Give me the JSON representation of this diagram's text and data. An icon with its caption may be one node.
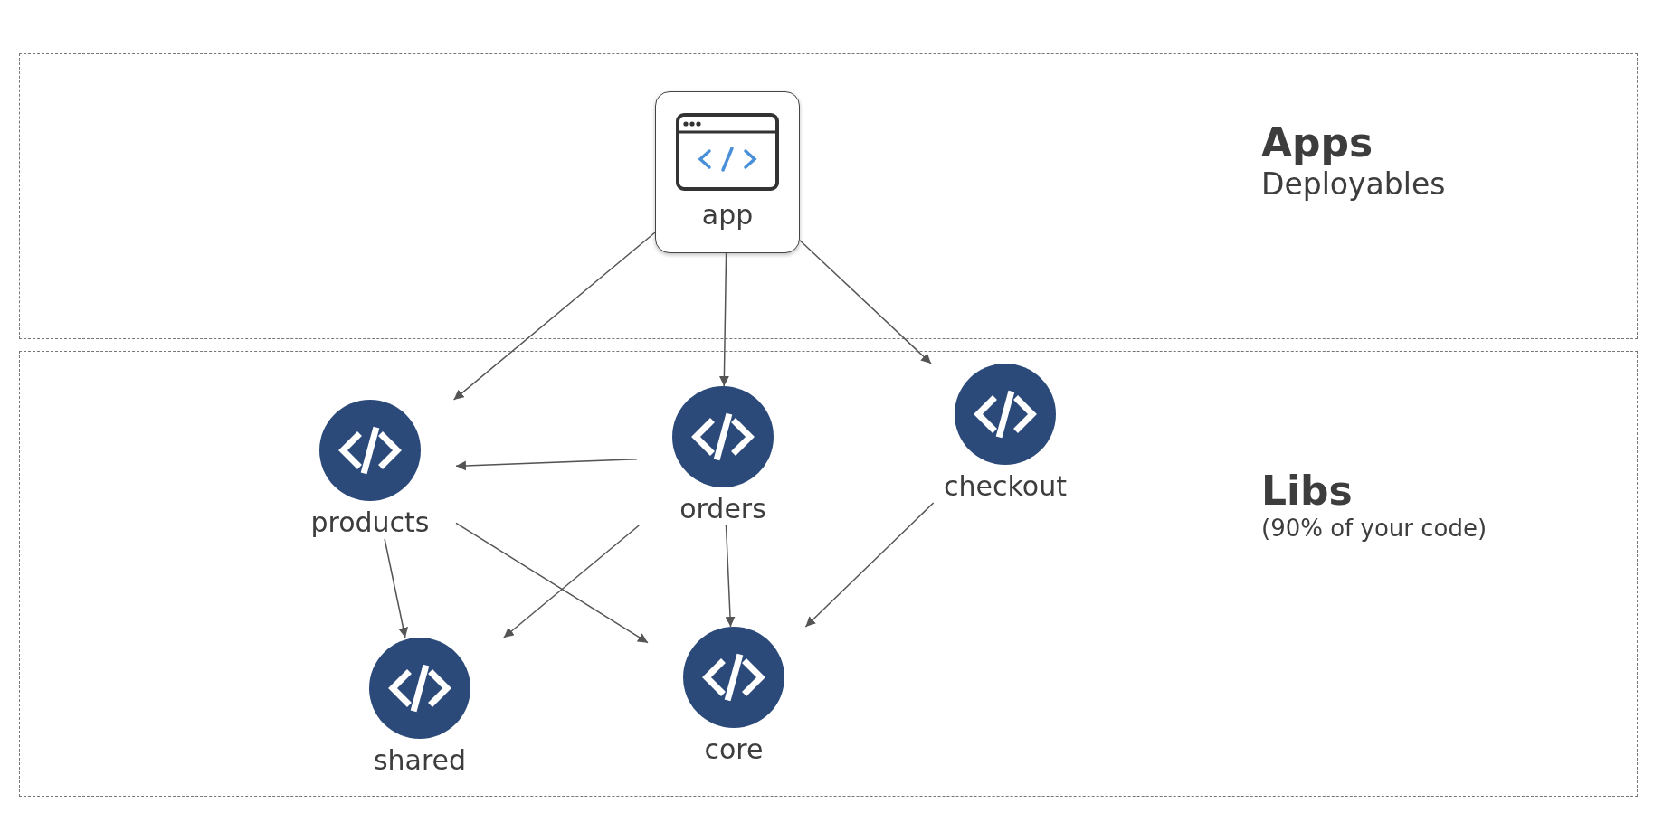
{
  "diagram": {
    "nodes": [
      {
        "text": [
          "Apps",
          "Deployables"
        ]
      },
      {
        "text": [
          "Libs",
          "(90% of your code)"
        ]
      },
      {
        "text": [
          "app"
        ],
        "in": 0
      },
      {
        "text": [
          "products"
        ],
        "in": 1
      },
      {
        "text": [
          "orders"
        ],
        "in": 1
      },
      {
        "text": [
          "checkout"
        ],
        "in": 1
      },
      {
        "text": [
          "shared"
        ],
        "in": 1
      },
      {
        "text": [
          "core"
        ],
        "in": 1
      }
    ],
    "edges": [
      {
        "from": 2,
        "to": 3,
        "arrow": "to"
      },
      {
        "from": 2,
        "to": 4,
        "arrow": "to"
      },
      {
        "from": 2,
        "to": 5,
        "arrow": "to"
      },
      {
        "from": 4,
        "to": 3,
        "arrow": "to"
      },
      {
        "from": 3,
        "to": 6,
        "arrow": "to"
      },
      {
        "from": 3,
        "to": 7,
        "arrow": "to"
      },
      {
        "from": 4,
        "to": 6,
        "arrow": "to"
      },
      {
        "from": 4,
        "to": 7,
        "arrow": "to"
      },
      {
        "from": 5,
        "to": 7,
        "arrow": "to"
      }
    ]
  }
}
